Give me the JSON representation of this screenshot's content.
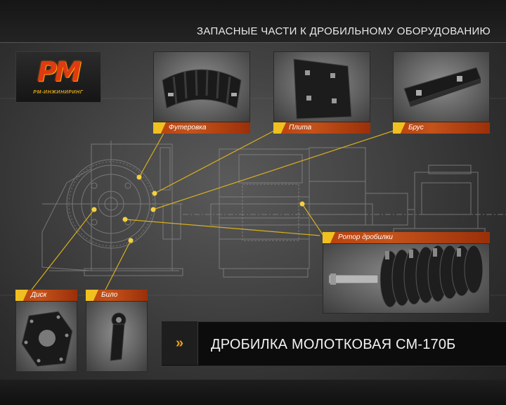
{
  "header": {
    "title": "ЗАПАСНЫЕ ЧАСТИ К ДРОБИЛЬНОМУ ОБОРУДОВАНИЮ"
  },
  "logo": {
    "letters": "PM",
    "subtitle": "РМ-ИНЖИНИРИНГ"
  },
  "parts": {
    "futerovka": {
      "label": "Футеровка",
      "icon": "liner-segment"
    },
    "plita": {
      "label": "Плита",
      "icon": "plate"
    },
    "brus": {
      "label": "Брус",
      "icon": "bar"
    },
    "rotor": {
      "label": "Ротор дробилки",
      "icon": "rotor"
    },
    "disk": {
      "label": "Диск",
      "icon": "disk"
    },
    "bilo": {
      "label": "Било",
      "icon": "hammer"
    }
  },
  "headline": {
    "chevron": "»",
    "text": "ДРОБИЛКА МОЛОТКОВАЯ СМ-170Б"
  },
  "colors": {
    "accent": "#c4521a",
    "marker": "#f0c020",
    "line": "#d8b020"
  }
}
